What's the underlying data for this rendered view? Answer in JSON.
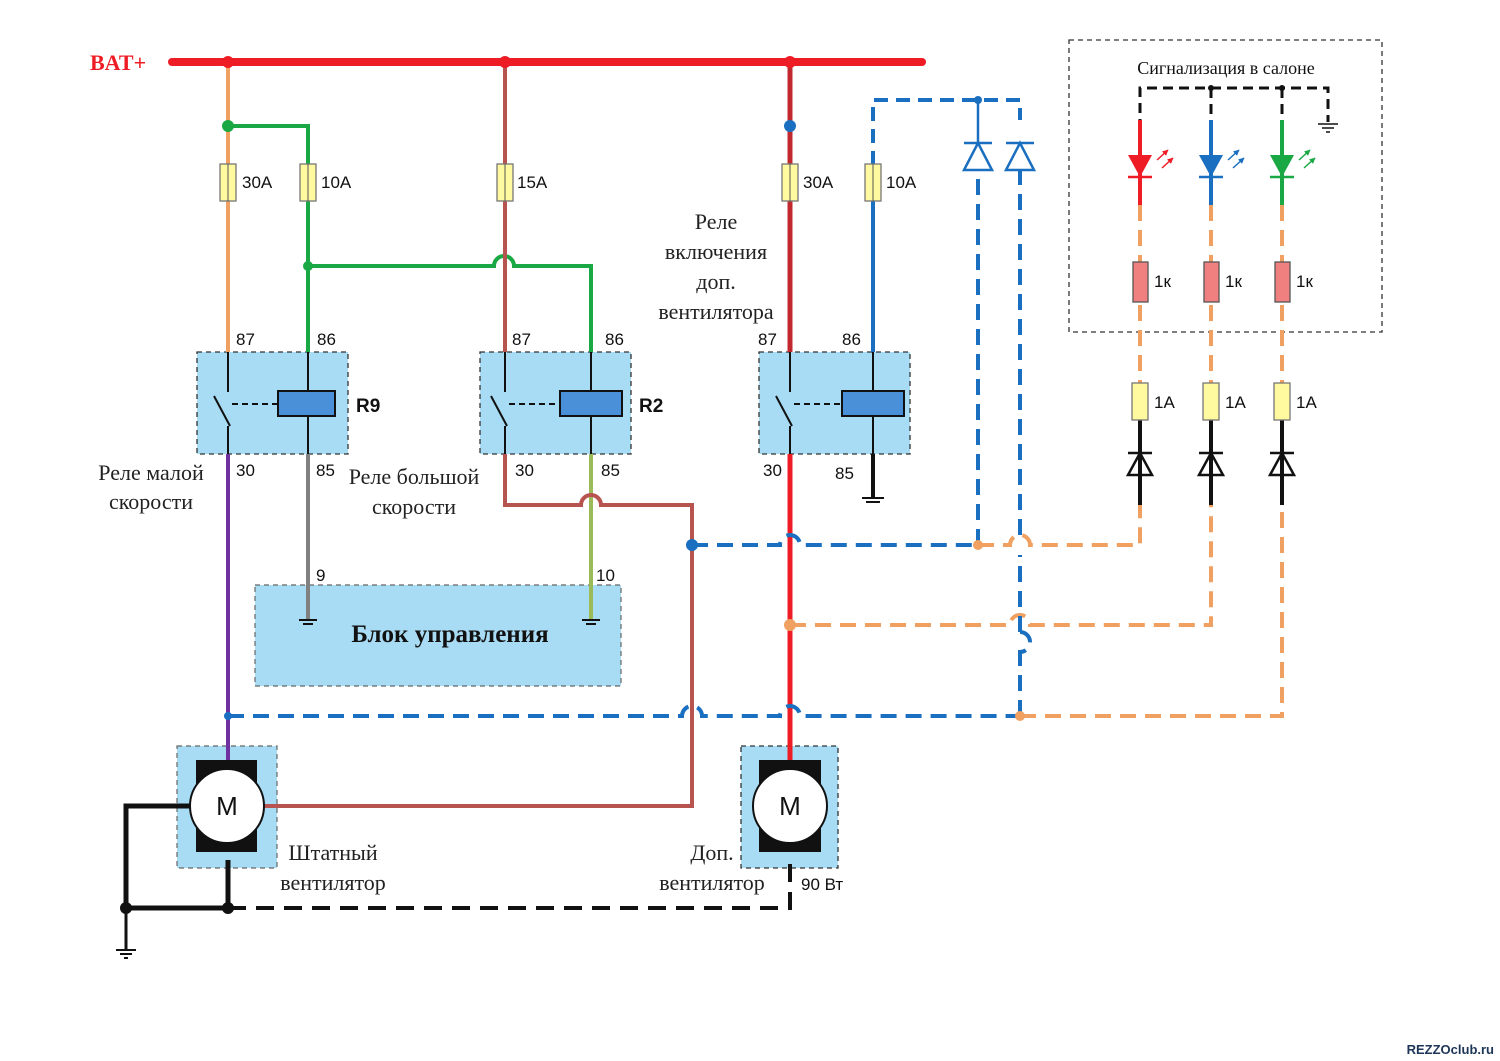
{
  "bat_label": "BAT+",
  "fuses": [
    "30A",
    "10A",
    "15A",
    "30A",
    "10A"
  ],
  "relay_r9": {
    "name": "R9",
    "pin87": "87",
    "pin86": "86",
    "pin30": "30",
    "pin85": "85",
    "caption_line1": "Реле малой",
    "caption_line2": "скорости"
  },
  "relay_r2": {
    "name": "R2",
    "pin87": "87",
    "pin86": "86",
    "pin30": "30",
    "pin85": "85",
    "caption_line1": "Реле большой",
    "caption_line2": "скорости"
  },
  "relay_extra": {
    "pin87": "87",
    "pin86": "86",
    "pin30": "30",
    "pin85": "85",
    "caption_line1": "Реле",
    "caption_line2": "включения",
    "caption_line3": "доп.",
    "caption_line4": "вентилятора"
  },
  "control_unit": {
    "title": "Блок управления",
    "pin_a": "9",
    "pin_b": "10"
  },
  "motor_main": {
    "symbol": "M",
    "caption_line1": "Штатный",
    "caption_line2": "вентилятор"
  },
  "motor_extra": {
    "symbol": "M",
    "caption_line1": "Доп.",
    "caption_line2": "вентилятор",
    "power": "90 Вт"
  },
  "alarm_panel": {
    "title": "Сигнализация в салоне",
    "resistors": [
      "1к",
      "1к",
      "1к"
    ],
    "fuses": [
      "1A",
      "1A",
      "1A"
    ]
  },
  "colors": {
    "bat": "#ee1c25",
    "orange": "#f0a060",
    "green": "#1aa845",
    "brown": "#b85450",
    "darkred": "#c0282e",
    "blue": "#1a6fc0",
    "purple": "#7030a0",
    "gray": "#808080",
    "olive": "#9bbb59",
    "fill_box": "#a8dcf4"
  },
  "watermark": "REZZOclub.ru"
}
